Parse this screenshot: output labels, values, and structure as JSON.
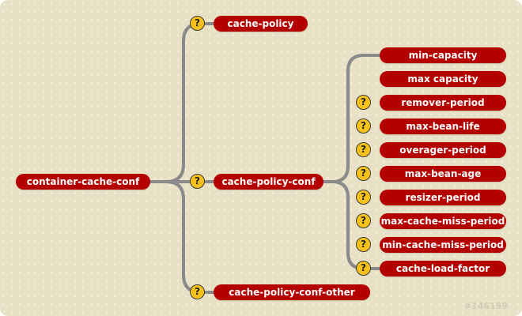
{
  "nodes": {
    "root": "container-cache-conf",
    "cache_policy": "cache-policy",
    "cache_policy_conf": "cache-policy-conf",
    "cache_policy_conf_other": "cache-policy-conf-other",
    "children": [
      "min-capacity",
      "max capacity",
      "remover-period",
      "max-bean-life",
      "overager-period",
      "max-bean-age",
      "resizer-period",
      "max-cache-miss-period",
      "min-cache-miss-period",
      "cache-load-factor"
    ]
  },
  "optional_marker": "?",
  "figure_id": "#146199",
  "colors": {
    "background": "#e9e1c6",
    "node_fill": "#b50000",
    "connector": "#8a8a8a",
    "marker_fill": "#f5c11a"
  }
}
